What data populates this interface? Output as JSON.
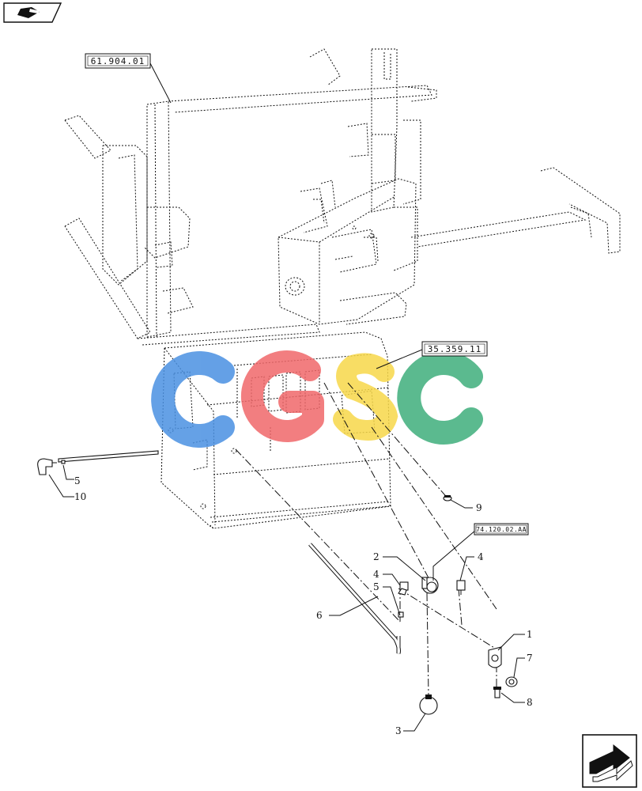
{
  "icons": {
    "top_nav": "book-back-icon",
    "bottom_nav": "next-page-arrow-icon"
  },
  "references": {
    "frame_ref": "61.904.01",
    "housing_ref": "35.359.11",
    "valve_ref": "74.120.02.AA"
  },
  "part_labels": {
    "p1": "1",
    "p2": "2",
    "p3": "3",
    "p4_upper": "4",
    "p4_right": "4",
    "p5_center": "5",
    "p5_left": "5",
    "p6": "6",
    "p7": "7",
    "p8": "8",
    "p9": "9",
    "p10": "10"
  },
  "watermark": {
    "letters": [
      "C",
      "G",
      "S",
      "C"
    ],
    "colors": [
      "#4a90e2",
      "#f0686a",
      "#f7d84a",
      "#3fae7c"
    ]
  }
}
